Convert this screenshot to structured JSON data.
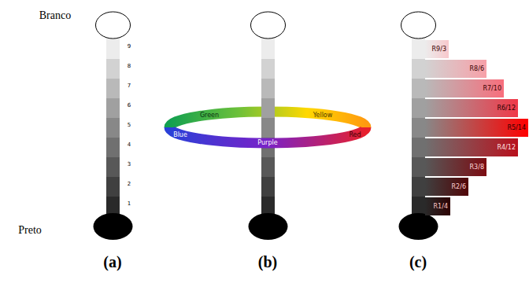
{
  "diagram": {
    "nodes": [
      {
        "text": [
          "R9/3"
        ]
      },
      {
        "text": [
          "R8/6"
        ]
      },
      {
        "text": [
          "R7/10"
        ]
      },
      {
        "text": [
          "R6/12"
        ]
      },
      {
        "text": [
          "R5/14"
        ]
      },
      {
        "text": [
          "R4/12"
        ]
      },
      {
        "text": [
          "R3/8"
        ]
      },
      {
        "text": [
          "R2/6"
        ]
      },
      {
        "text": [
          "R1/4"
        ]
      }
    ],
    "labels": [
      "Branco",
      "9",
      "8",
      "7",
      "6",
      "5",
      "4",
      "3",
      "2",
      "1",
      "Preto",
      "Green",
      "Yellow",
      "Blue",
      "Purple",
      "Red",
      "(a)",
      "(b)",
      "(c)"
    ]
  }
}
